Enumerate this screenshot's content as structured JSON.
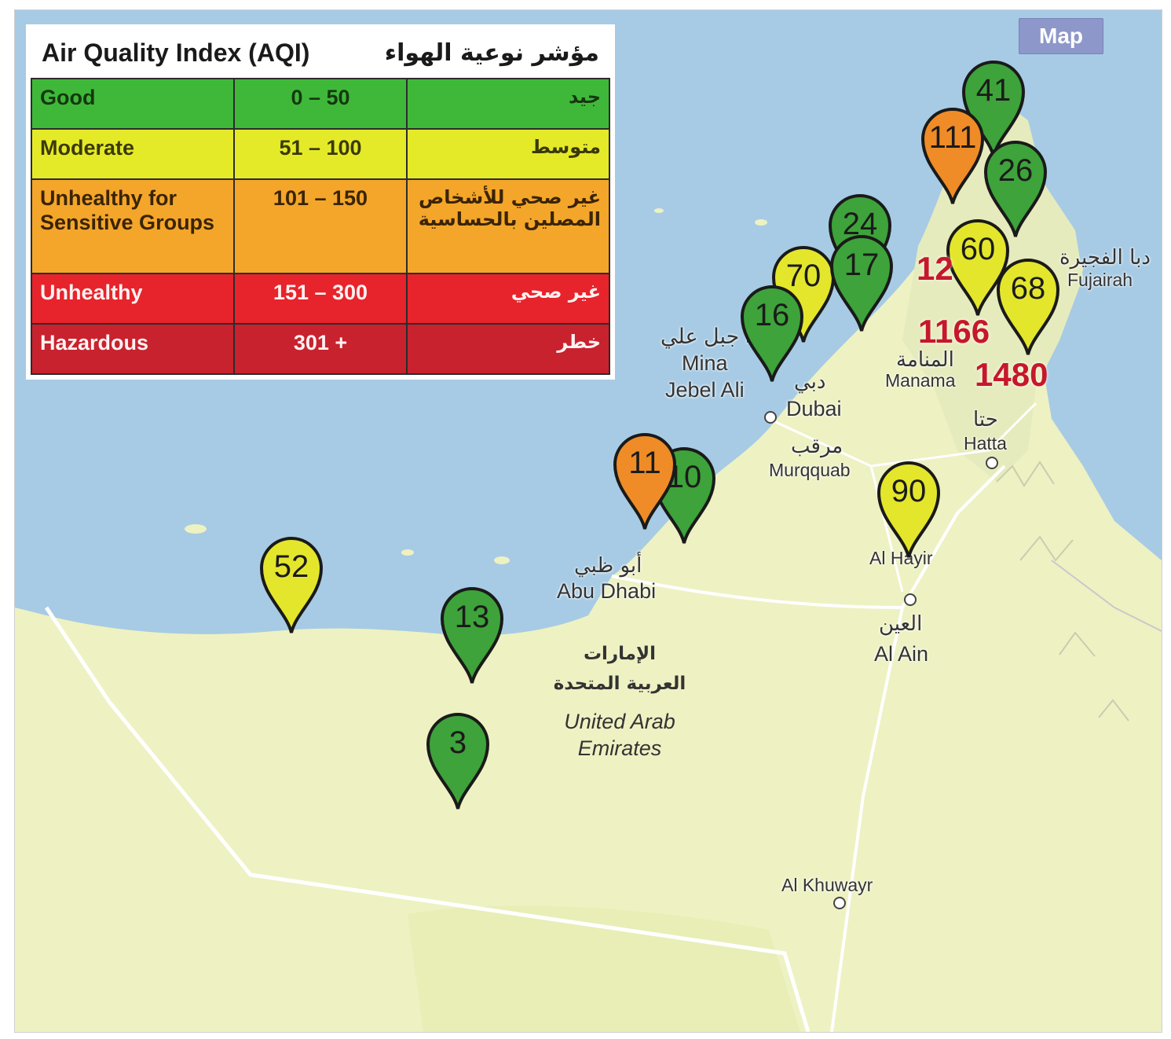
{
  "map_type_button": "Map",
  "legend": {
    "title": "Air Quality Index (AQI)",
    "title_ar": "مؤشر نوعية الهواء",
    "rows": [
      {
        "category": "Good",
        "range": "0 – 50",
        "category_ar": "جيد",
        "color": "#3fb83a"
      },
      {
        "category": "Moderate",
        "range": "51 – 100",
        "category_ar": "متوسط",
        "color": "#e5ea28"
      },
      {
        "category": "Unhealthy for Sensitive Groups",
        "range": "101 – 150",
        "category_ar": "غير صحي للأشخاص المصلين بالحساسية",
        "color": "#f4a62a"
      },
      {
        "category": "Unhealthy",
        "range": "151 – 300",
        "category_ar": "غير صحي",
        "color": "#e7232b"
      },
      {
        "category": "Hazardous",
        "range": "301 +",
        "category_ar": "خطر",
        "color": "#c7222e"
      }
    ]
  },
  "colors": {
    "sea": "#a7cbe4",
    "land": "#eef1c2",
    "marker_green": "#3da33a",
    "marker_yellow": "#e4e62c",
    "marker_orange": "#ef8c27",
    "marker_red": "#d31f2f"
  },
  "markers": [
    {
      "value": "41",
      "level": "green"
    },
    {
      "value": "111",
      "level": "orange"
    },
    {
      "value": "26",
      "level": "green"
    },
    {
      "value": "24",
      "level": "green"
    },
    {
      "value": "70",
      "level": "yellow"
    },
    {
      "value": "17",
      "level": "green"
    },
    {
      "value": "16",
      "level": "green"
    },
    {
      "value": "60",
      "level": "yellow"
    },
    {
      "value": "68",
      "level": "yellow"
    },
    {
      "value": "10",
      "level": "green"
    },
    {
      "value": "11",
      "level": "orange"
    },
    {
      "value": "90",
      "level": "yellow"
    },
    {
      "value": "52",
      "level": "yellow"
    },
    {
      "value": "13",
      "level": "green"
    },
    {
      "value": "3",
      "level": "green"
    }
  ],
  "red_values": [
    "1166",
    "1480",
    "12"
  ],
  "places": {
    "mina_jebel_ali": "Mina\nJebel Ali",
    "mina_jebel_ali_ar": "ميناء جبل علي",
    "dubai": "Dubai",
    "dubai_ar": "دبي",
    "manama": "Manama",
    "manama_ar": "المنامة",
    "hatta": "Hatta",
    "hatta_ar": "حتا",
    "murqquab": "Murqquab",
    "murqquab_ar": "مرقب",
    "abu_dhabi": "Abu Dhabi",
    "abu_dhabi_ar": "أبو ظبي",
    "al_ain": "Al Ain",
    "al_ain_ar": "العين",
    "al_khuwayr": "Al Khuwayr",
    "al_fujairah": "Fujairah",
    "al_fujairah_ar": "دبا الفجيرة",
    "al_hayir": "Al Hayir",
    "country_en": "United Arab\nEmirates",
    "country_ar": "الإمارات\nالعربية المتحدة"
  }
}
